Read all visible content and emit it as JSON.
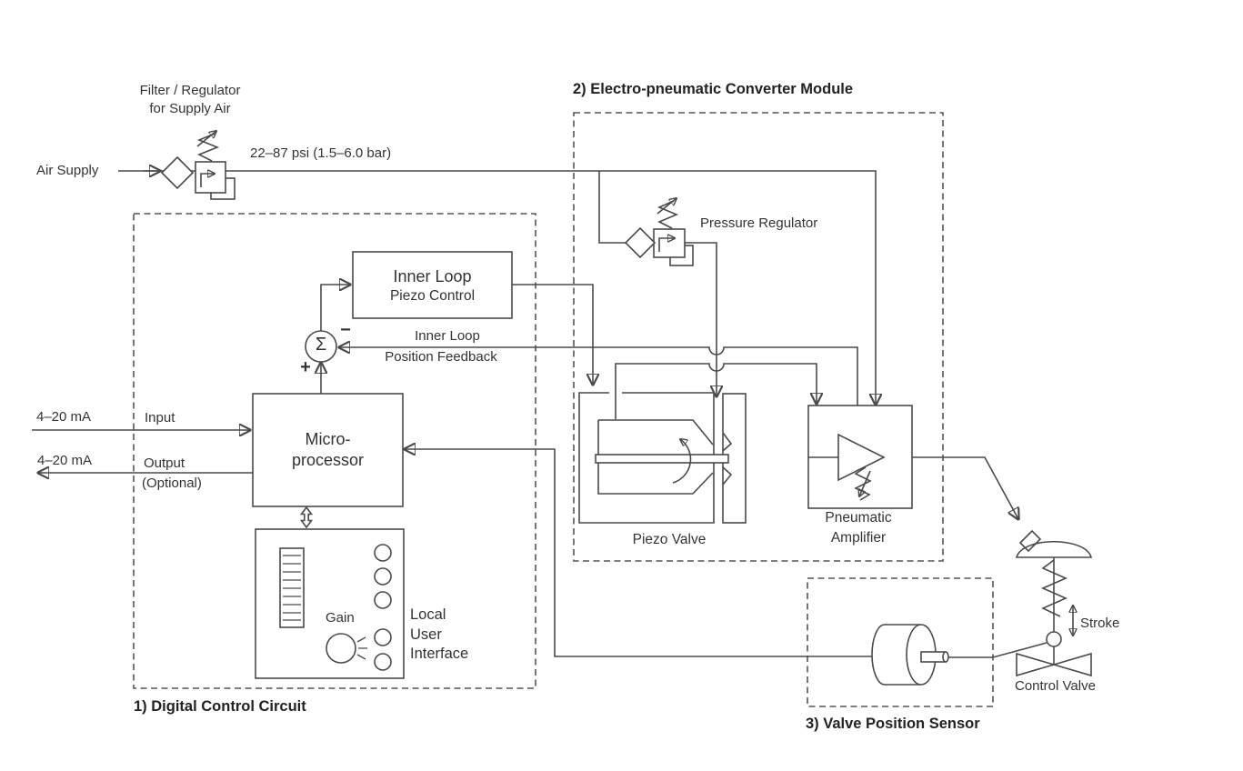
{
  "labels": {
    "air_supply": "Air Supply",
    "filter_regulator": {
      "line1": "Filter / Regulator",
      "line2": "for Supply Air"
    },
    "pressure_range": "22–87 psi (1.5–6.0 bar)",
    "section1_title": "1) Digital Control Circuit",
    "section2_title": "2) Electro-pneumatic Converter Module",
    "section3_title": "3) Valve Position Sensor",
    "pressure_regulator": "Pressure Regulator",
    "inner_loop_box": {
      "line1": "Inner Loop",
      "line2": "Piezo Control"
    },
    "feedback": {
      "line1": "Inner Loop",
      "line2": "Position Feedback"
    },
    "summing": {
      "sigma": "Σ",
      "plus": "+",
      "minus": "−"
    },
    "input_current": "4–20 mA",
    "input": "Input",
    "output_current": "4–20 mA",
    "output": "Output",
    "output_note": "(Optional)",
    "microprocessor": {
      "line1": "Micro-",
      "line2": "processor"
    },
    "gain": "Gain",
    "local_user_interface": {
      "line1": "Local",
      "line2": "User",
      "line3": "Interface"
    },
    "piezo_valve": "Piezo Valve",
    "pneumatic_amplifier": {
      "line1": "Pneumatic",
      "line2": "Amplifier"
    },
    "stroke": "Stroke",
    "control_valve": "Control Valve"
  },
  "colors": {
    "line": "#4a4a4a",
    "text": "#333333",
    "title_text": "#222222",
    "background": "#ffffff"
  }
}
